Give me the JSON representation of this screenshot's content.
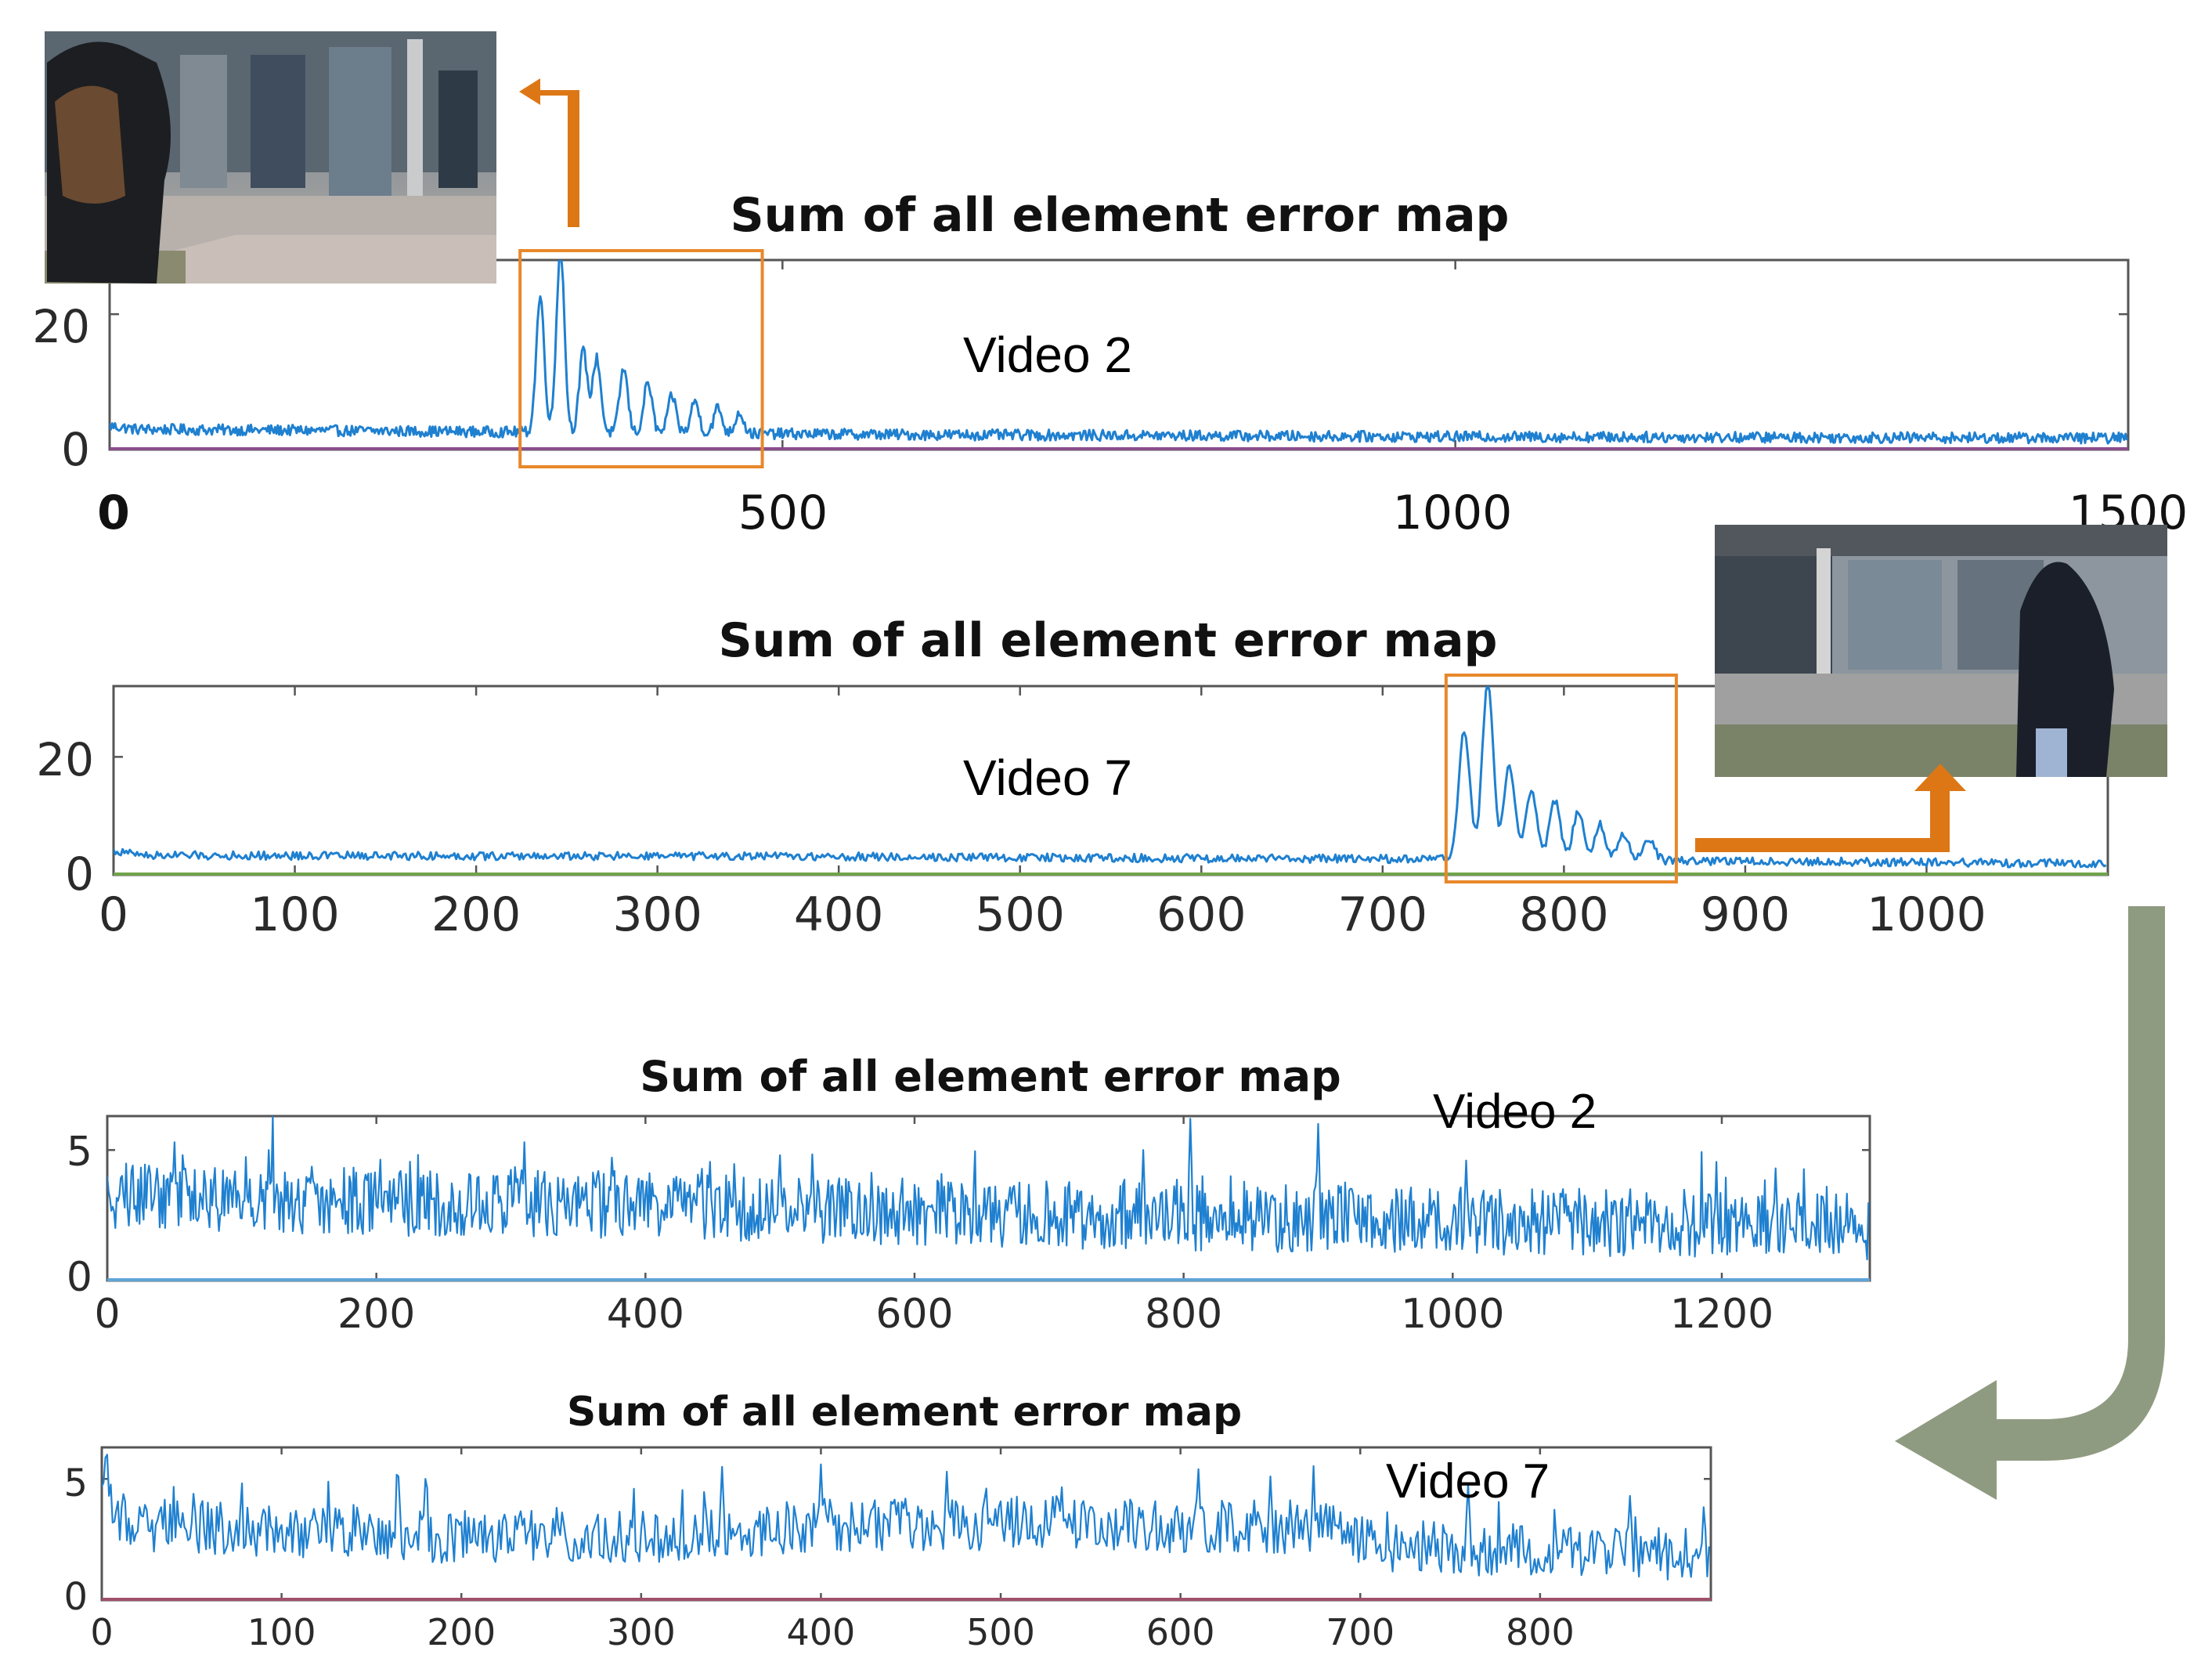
{
  "colors": {
    "line": "#1f80d0",
    "axis": "#555555",
    "highlight": "#e8882a",
    "orange_arrow": "#dd7716",
    "green_arrow": "#8f9b81"
  },
  "icons": [
    "photo-thumbnail-video-2",
    "photo-thumbnail-video-7",
    "orange-arrow-up-icon",
    "orange-arrow-right-up-icon",
    "green-curved-arrow-icon"
  ],
  "chart_data": [
    {
      "type": "line",
      "title": "Sum of all element error map",
      "annotation": "Video 2",
      "xlim": [
        0,
        1500
      ],
      "ylim": [
        0,
        28
      ],
      "xticks": [
        "0",
        "500",
        "1000",
        "1500"
      ],
      "yticks": [
        "0",
        "20"
      ],
      "baseline_color": "#8a4d8c",
      "highlight_region": [
        305,
        485
      ],
      "series": [
        {
          "length": 1500,
          "base": [
            [
              0,
              3.5
            ],
            [
              20,
              3.0
            ],
            [
              300,
              2.6
            ],
            [
              600,
              2.2
            ],
            [
              1000,
              1.9
            ],
            [
              1500,
              1.7
            ]
          ],
          "noise": 0.8,
          "peaks": [
            [
              320,
              20
            ],
            [
              335,
              27
            ],
            [
              352,
              12
            ],
            [
              362,
              11
            ],
            [
              382,
              9.5
            ],
            [
              400,
              7.5
            ],
            [
              418,
              5.5
            ],
            [
              435,
              4.8
            ],
            [
              452,
              3.8
            ],
            [
              468,
              3.2
            ]
          ]
        }
      ]
    },
    {
      "type": "line",
      "title": "Sum of all element error map",
      "annotation": "Video 7",
      "xlim": [
        0,
        1100
      ],
      "ylim": [
        0,
        32
      ],
      "xticks": [
        "0",
        "100",
        "200",
        "300",
        "400",
        "500",
        "600",
        "700",
        "800",
        "900",
        "1000"
      ],
      "yticks": [
        "0",
        "20"
      ],
      "baseline_color": "#6fa34a",
      "highlight_region": [
        735,
        862
      ],
      "series": [
        {
          "length": 1100,
          "base": [
            [
              0,
              4.0
            ],
            [
              20,
              3.3
            ],
            [
              400,
              3.1
            ],
            [
              600,
              2.8
            ],
            [
              700,
              2.7
            ],
            [
              860,
              2.4
            ],
            [
              1100,
              1.9
            ]
          ],
          "noise": 0.7,
          "peaks": [
            [
              745,
              22
            ],
            [
              758,
              30
            ],
            [
              770,
              16
            ],
            [
              782,
              12
            ],
            [
              795,
              10
            ],
            [
              808,
              8.5
            ],
            [
              820,
              6
            ],
            [
              833,
              4.5
            ],
            [
              847,
              3.8
            ]
          ]
        }
      ]
    },
    {
      "type": "line",
      "title": "Sum of all element error map",
      "annotation": "Video 2",
      "xlim": [
        0,
        1310
      ],
      "ylim": [
        0,
        6.3
      ],
      "xticks": [
        "0",
        "200",
        "400",
        "600",
        "800",
        "1000",
        "1200"
      ],
      "yticks": [
        "0",
        "5"
      ],
      "baseline_color": "#5fa4d8",
      "highlight_region": null,
      "series": [
        {
          "length": 1310,
          "base": [
            [
              0,
              3.3
            ],
            [
              200,
              3.0
            ],
            [
              400,
              2.9
            ],
            [
              700,
              2.5
            ],
            [
              1000,
              2.3
            ],
            [
              1310,
              2.1
            ]
          ],
          "noise": 1.3,
          "peaks": [
            [
              50,
              5.3
            ],
            [
              120,
              5.0
            ],
            [
              310,
              5.3
            ],
            [
              500,
              4.8
            ],
            [
              770,
              5.0
            ],
            [
              805,
              6.2
            ],
            [
              900,
              6.0
            ],
            [
              1010,
              4.6
            ],
            [
              1240,
              4.3
            ]
          ]
        }
      ]
    },
    {
      "type": "line",
      "title": "Sum of all element error map",
      "annotation": "Video 7",
      "xlim": [
        0,
        895
      ],
      "ylim": [
        0,
        6.3
      ],
      "xticks": [
        "0",
        "100",
        "200",
        "300",
        "400",
        "500",
        "600",
        "700",
        "800"
      ],
      "yticks": [
        "0",
        "5"
      ],
      "baseline_color": "#a0506a",
      "highlight_region": null,
      "series": [
        {
          "length": 895,
          "base": [
            [
              0,
              4.0
            ],
            [
              15,
              3.1
            ],
            [
              200,
              2.6
            ],
            [
              300,
              2.6
            ],
            [
              400,
              3.1
            ],
            [
              550,
              3.1
            ],
            [
              690,
              3.0
            ],
            [
              710,
              2.2
            ],
            [
              895,
              1.9
            ]
          ],
          "noise": 1.1,
          "peaks": [
            [
              3,
              6.0
            ],
            [
              165,
              5.1
            ],
            [
              180,
              5.0
            ],
            [
              345,
              5.5
            ],
            [
              400,
              5.6
            ],
            [
              470,
              5.3
            ],
            [
              610,
              5.4
            ],
            [
              650,
              5.1
            ],
            [
              760,
              4.8
            ],
            [
              850,
              4.3
            ]
          ]
        }
      ]
    }
  ]
}
